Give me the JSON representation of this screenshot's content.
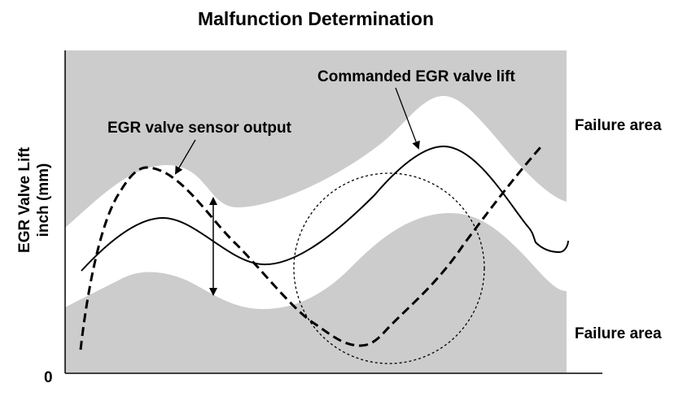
{
  "title": "Malfunction Determination",
  "y_axis_label_line1": "EGR Valve Lift",
  "y_axis_label_line2": "inch (mm)",
  "origin_label": "0",
  "labels": {
    "commanded": "Commanded EGR valve lift",
    "sensor": "EGR valve sensor output",
    "failure_top": "Failure area",
    "failure_bottom": "Failure area"
  },
  "colors": {
    "failure_area": "#cccccc",
    "normal_band": "#ffffff",
    "lines": "#000000"
  }
}
